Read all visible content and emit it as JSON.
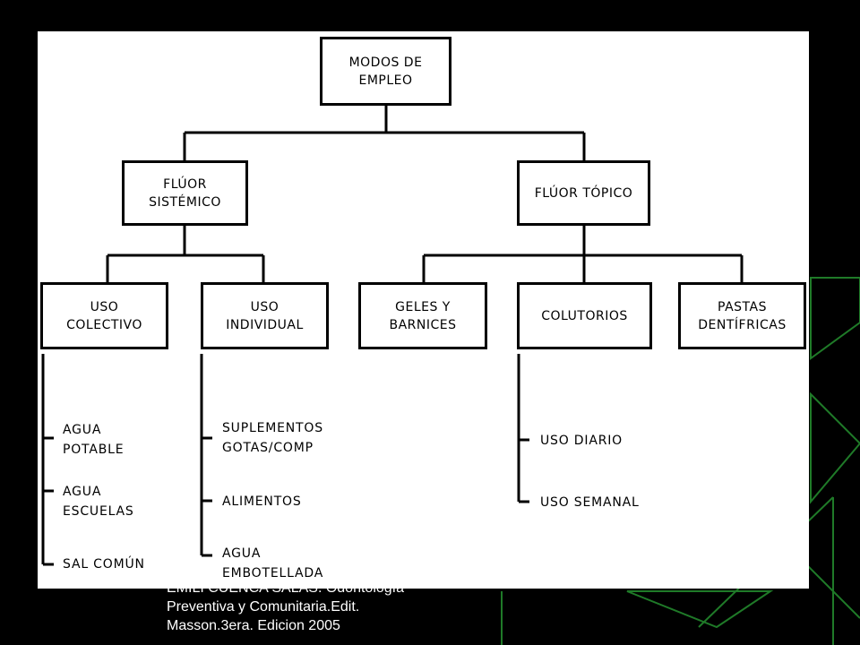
{
  "colors": {
    "background": "#000000",
    "panel": "#ffffff",
    "decoration": "#1f7a28",
    "lines": "#000000",
    "text": "#000000"
  },
  "diagram": {
    "root": {
      "lines": [
        "MODOS DE",
        "EMPLEO"
      ]
    },
    "systemic": {
      "lines": [
        "FLÚOR",
        "SISTÉMICO"
      ]
    },
    "topical": {
      "lines": [
        "FLÚOR TÓPICO"
      ]
    },
    "uso_colectivo": {
      "lines": [
        "USO",
        "COLECTIVO"
      ]
    },
    "uso_individual": {
      "lines": [
        "USO",
        "INDIVIDUAL"
      ]
    },
    "geles": {
      "lines": [
        "GELES Y",
        "BARNICES"
      ]
    },
    "colutorios": {
      "lines": [
        "COLUTORIOS"
      ]
    },
    "pastas": {
      "lines": [
        "PASTAS",
        "DENTÍFRICAS"
      ]
    },
    "colectivo_items": [
      {
        "lines": [
          "AGUA",
          "POTABLE"
        ]
      },
      {
        "lines": [
          "AGUA",
          "ESCUELAS"
        ]
      },
      {
        "lines": [
          "SAL COMÚN"
        ]
      }
    ],
    "individual_items": [
      {
        "lines": [
          "SUPLEMENTOS",
          "GOTAS/COMP"
        ]
      },
      {
        "lines": [
          "ALIMENTOS"
        ]
      },
      {
        "lines": [
          "AGUA",
          "EMBOTELLADA"
        ]
      }
    ],
    "colutorios_items": [
      {
        "lines": [
          "USO DIARIO"
        ]
      },
      {
        "lines": [
          "USO SEMANAL"
        ]
      }
    ]
  },
  "citation": {
    "lines": [
      "EMILI CUENCA SALAS. Odontología",
      "Preventiva y Comunitaria.Edit.",
      "Masson.3era. Edicion 2005"
    ]
  }
}
